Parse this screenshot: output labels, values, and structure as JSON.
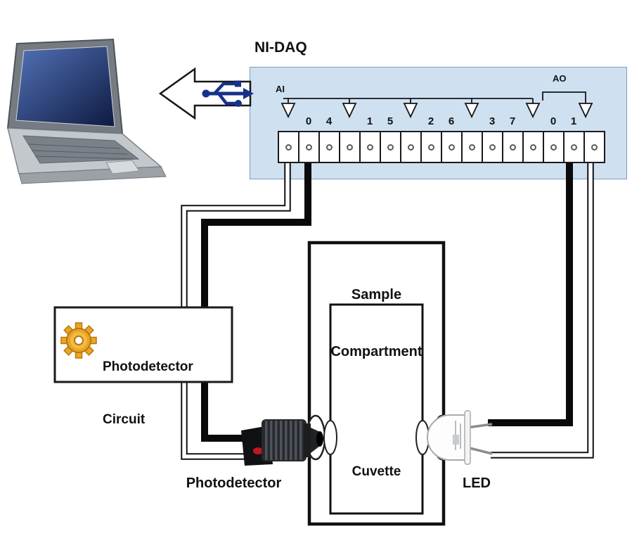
{
  "daq": {
    "title": "NI-DAQ",
    "ai_label": "AI",
    "ao_label": "AO",
    "ai_channels": [
      "0",
      "4",
      "1",
      "5",
      "2",
      "6",
      "3",
      "7"
    ],
    "ao_channels": [
      "0",
      "1"
    ],
    "box_color": "#cfe0f1",
    "terminal_count": 16
  },
  "connection": {
    "usb_icon": "usb-trident",
    "usb_color": "#16318a",
    "arrow_direction": "left"
  },
  "photodetector_circuit": {
    "label_line1": "Photodetector",
    "label_line2": "Circuit",
    "gear_icon_color": "#eca424"
  },
  "sample_compartment": {
    "label_line1": "Sample",
    "label_line2": "Compartment",
    "cuvette_label": "Cuvette"
  },
  "devices": {
    "photodetector_label": "Photodetector",
    "led_label": "LED"
  },
  "wires": {
    "signal_color": "#000000",
    "shield_color": "#ffffff"
  }
}
